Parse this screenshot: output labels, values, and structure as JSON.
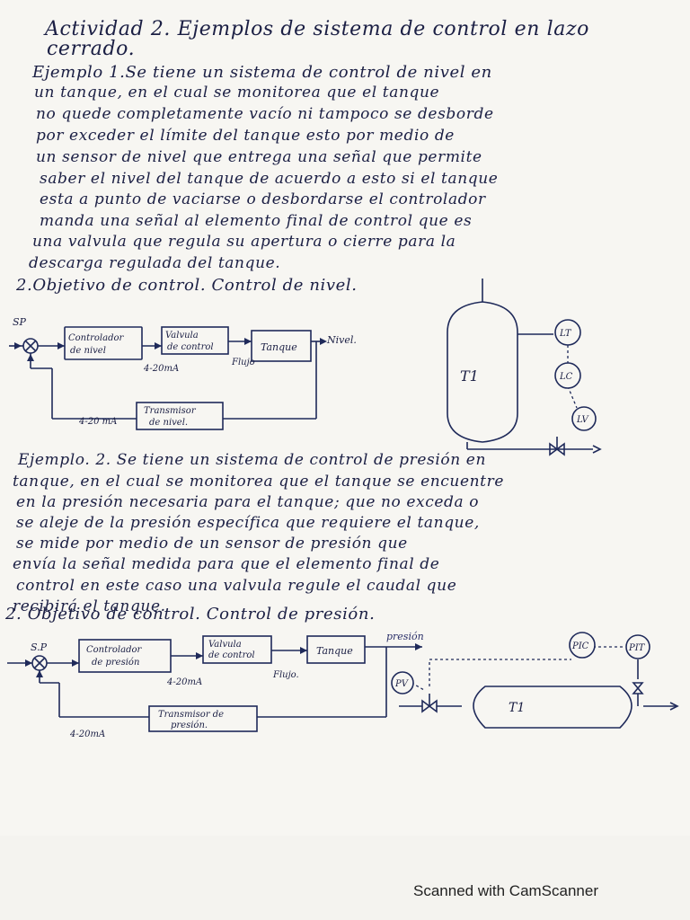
{
  "title": {
    "line1": "Actividad 2. Ejemplos de sistema de control en lazo",
    "line2": "cerrado."
  },
  "example1": {
    "lines": [
      "Ejemplo 1.Se tiene un sistema de control de nivel en",
      "un tanque, en el cual se monitorea que el tanque",
      "no quede completamente vacío ni tampoco se desborde",
      "por exceder el límite del tanque esto por medio de",
      "un sensor de nivel que entrega una señal que permite",
      "saber el nivel del tanque de acuerdo a esto si el tanque",
      "esta a punto de vaciarse o desbordarse el controlador",
      "manda una señal al elemento final de control que es",
      "una valvula que regula su apertura o cierre para la",
      "descarga regulada del tanque."
    ],
    "objective": "2.Objetivo de control. Control de nivel.",
    "diagram": {
      "sp": "SP",
      "controller": [
        "Controlador",
        "de nivel"
      ],
      "valve": [
        "Valvula",
        "de control"
      ],
      "tank": "Tanque",
      "output": "Nivel.",
      "flow": "Flujo",
      "signal": "4-20mA",
      "transmitter": [
        "Transmisor",
        "de nivel."
      ],
      "feedback_signal": "4-20 mA"
    },
    "pid": {
      "tank": "T1",
      "tags": [
        "LT",
        "LC",
        "LV"
      ]
    }
  },
  "example2": {
    "lines": [
      "Ejemplo. 2. Se tiene un sistema de control de presión en",
      "tanque, en el cual se monitorea que el tanque se encuentre",
      "en la presión necesaria para el tanque; que no exceda o",
      "se aleje de la presión específica que requiere el tanque,",
      "se mide por medio de un sensor de presión que",
      "envía la señal medida para que el elemento final de",
      "control en este caso una valvula regule el caudal que",
      "recibirá el tanque."
    ],
    "objective": "2. Objetivo de control. Control de presión.",
    "diagram": {
      "sp": "S.P",
      "controller": [
        "Controlador",
        "de presión"
      ],
      "valve": [
        "Valvula",
        "de control"
      ],
      "tank": "Tanque",
      "output": "presión",
      "flow": "Flujo.",
      "signal": "4-20mA",
      "transmitter": [
        "Transmisor de",
        "presión."
      ],
      "feedback_signal": "4-20mA"
    },
    "pid": {
      "tank": "T1",
      "tags": [
        "PIC",
        "PIT",
        "PV"
      ]
    }
  },
  "footer": "Scanned with CamScanner"
}
